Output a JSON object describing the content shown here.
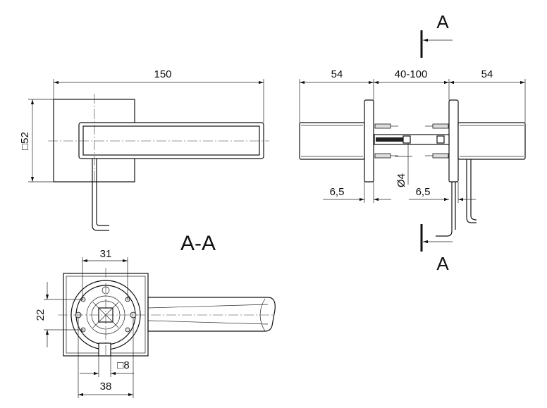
{
  "front_view": {
    "width_dim": "150",
    "rosette_dim": "□52"
  },
  "side_view": {
    "left_lever_dim": "54",
    "door_thickness_dim": "40-100",
    "right_lever_dim": "54",
    "left_rosette_dim": "6,5",
    "right_rosette_dim": "6,5",
    "screw_dim": "Ø4"
  },
  "section_marks": {
    "top": "A",
    "bottom": "A"
  },
  "section_view": {
    "title": "A-A",
    "screw_spacing_dim": "31",
    "vertical_spacing_dim": "22",
    "spindle_dim": "□8",
    "diameter_dim": "38"
  }
}
